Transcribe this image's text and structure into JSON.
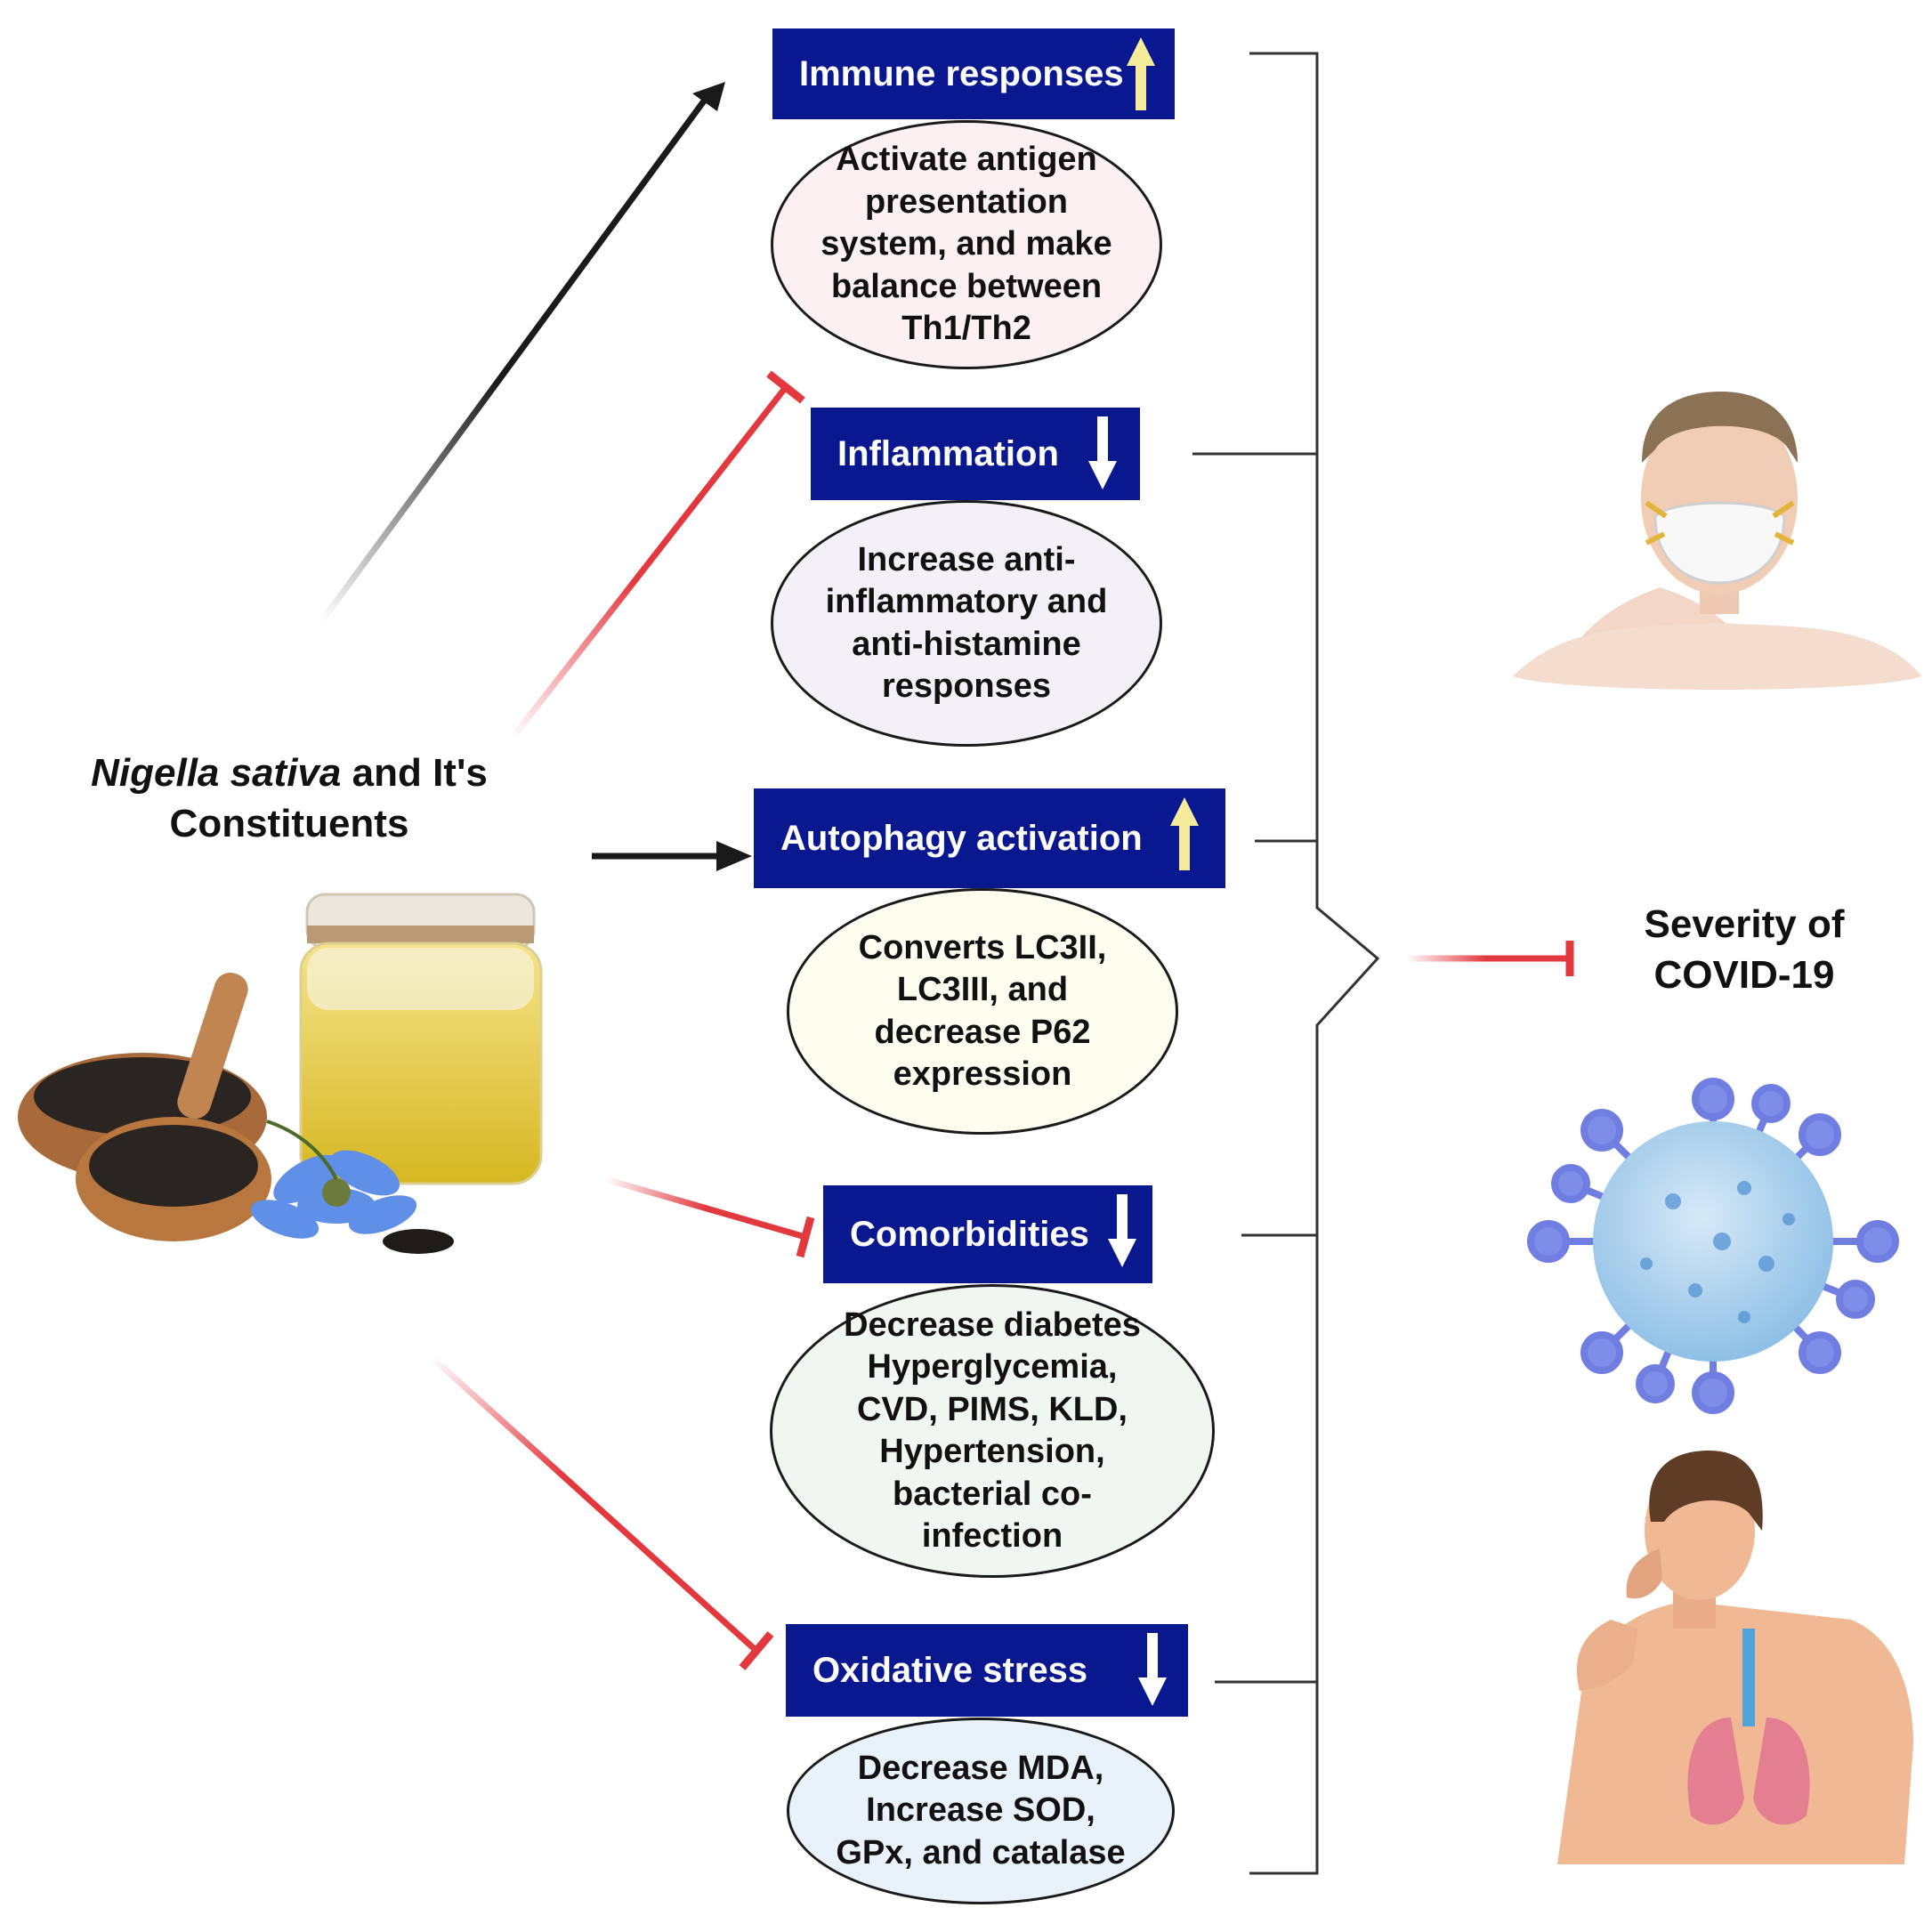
{
  "source_label": {
    "species": "Nigella sativa",
    "rest": " and It's",
    "line2": "Constituents"
  },
  "effects": [
    {
      "header": "Immune responses",
      "direction": "up",
      "lines": [
        "Activate antigen",
        "presentation",
        "system, and make",
        "balance between",
        "Th1/Th2"
      ],
      "fill": "#fdf0f3",
      "connector": "activate"
    },
    {
      "header": "Inflammation",
      "direction": "down",
      "lines": [
        "Increase anti-",
        "inflammatory and",
        "anti-histamine",
        "responses"
      ],
      "fill": "#f3f0f7",
      "connector": "inhibit"
    },
    {
      "header": "Autophagy activation",
      "direction": "up",
      "lines": [
        "Converts LC3II,",
        "LC3III, and",
        "decrease P62",
        "expression"
      ],
      "fill": "#fdfdf0",
      "connector": "activate"
    },
    {
      "header": "Comorbidities",
      "direction": "down",
      "lines": [
        "Decrease diabetes",
        "Hyperglycemia,",
        "CVD, PIMS, KLD,",
        "Hypertension,",
        "bacterial co-",
        "infection"
      ],
      "fill": "#f0f7f0",
      "connector": "inhibit"
    },
    {
      "header": "Oxidative stress",
      "direction": "down",
      "lines": [
        "Decrease MDA,",
        "Increase SOD,",
        "GPx, and catalase"
      ],
      "fill": "#e9f1fa",
      "connector": "inhibit"
    }
  ],
  "outcome": {
    "line1": "Severity of",
    "line2": "COVID-19",
    "relation": "inhibit"
  },
  "colors": {
    "header_bg": "#0a1890",
    "header_text": "#ffffff",
    "up_arrow": "#f4ec9a",
    "down_arrow": "#ffffff",
    "activate_arrow": "#1a1a1a",
    "inhibit_arrow": "#e2393f",
    "bracket": "#333333"
  },
  "illustrations": [
    "nigella-seeds-oil-flower-image",
    "masked-person-icon",
    "coronavirus-particle-icon",
    "coughing-person-lungs-icon"
  ]
}
